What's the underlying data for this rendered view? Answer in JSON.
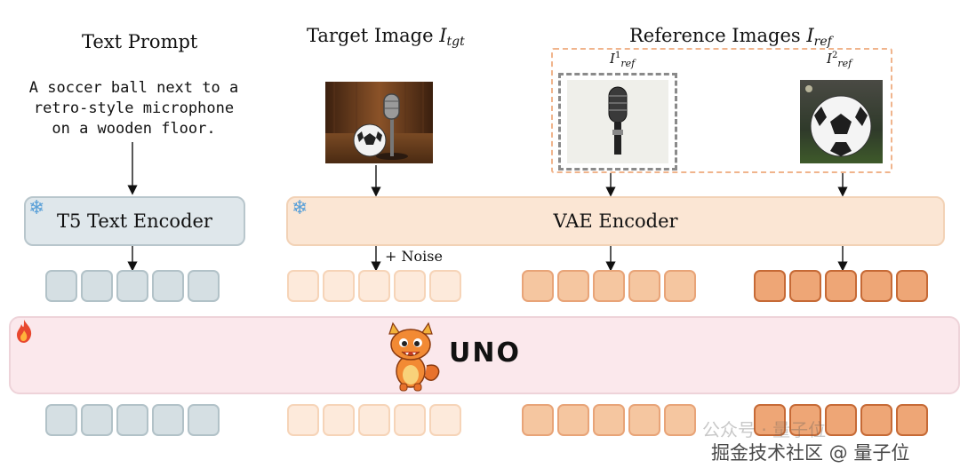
{
  "titles": {
    "text_prompt": "Text Prompt",
    "target_image": "Target Image",
    "target_image_sub": "tgt",
    "reference_images": "Reference Images",
    "reference_images_sub": "ref"
  },
  "symbols": {
    "I": "I"
  },
  "prompt_lines": [
    "A soccer ball next to a",
    "retro-style microphone",
    "on a wooden floor."
  ],
  "ref_labels": [
    {
      "base": "I",
      "sup": "1",
      "sub": "ref"
    },
    {
      "base": "I",
      "sup": "2",
      "sub": "ref"
    }
  ],
  "encoders": {
    "t5": "T5 Text Encoder",
    "vae": "VAE Encoder"
  },
  "noise_label": "+ Noise",
  "model_label": "UNO",
  "watermark": {
    "faint": "公众号 · 量子位",
    "main": "掘金技术社区 @ 量子位"
  },
  "icons": [
    "snowflake-icon",
    "flame-icon",
    "dragon-mascot-icon"
  ],
  "colors": {
    "frozen_encoder_t5": "#dfe7eb",
    "frozen_encoder_vae": "#fbe6d4",
    "text_tokens": "#d5dfe3",
    "noise_tokens": "#fdeadb",
    "ref1_tokens": "#f5c6a0",
    "ref2_tokens": "#eea676",
    "model_band": "#fbe8ec",
    "reference_box_border": "#f0b48c"
  }
}
